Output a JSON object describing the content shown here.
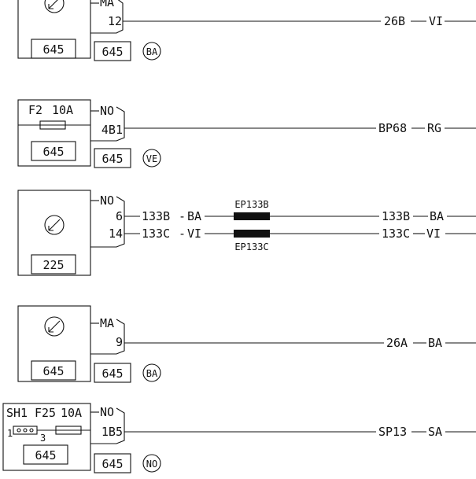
{
  "diagram": {
    "rows": [
      {
        "name": "row-1",
        "color_code": "MA",
        "pin": "12",
        "box_number": "645",
        "connector_number": "645",
        "connector_color": "BA",
        "wire_label": "26B",
        "wire_color": "VI"
      },
      {
        "name": "row-2",
        "fuse_label": "F2",
        "fuse_rating": "10A",
        "color_code": "NO",
        "pin": "4B1",
        "box_number": "645",
        "connector_number": "645",
        "connector_color": "VE",
        "wire_label": "BP68",
        "wire_color": "RG"
      },
      {
        "name": "row-3",
        "color_code": "NO",
        "pins": [
          "6",
          "14"
        ],
        "box_number": "225",
        "splices": [
          "EP133B",
          "EP133C"
        ],
        "left_wires": [
          {
            "label": "133B",
            "color": "BA"
          },
          {
            "label": "133C",
            "color": "VI"
          }
        ],
        "right_wires": [
          {
            "label": "133B",
            "color": "BA"
          },
          {
            "label": "133C",
            "color": "VI"
          }
        ]
      },
      {
        "name": "row-4",
        "color_code": "MA",
        "pin": "9",
        "box_number": "645",
        "connector_number": "645",
        "connector_color": "BA",
        "wire_label": "26A",
        "wire_color": "BA"
      },
      {
        "name": "row-5",
        "shunt_label": "SH1",
        "fuse_label": "F25",
        "fuse_rating": "10A",
        "shunt_pin_left": "1",
        "shunt_pin_right": "3",
        "color_code": "NO",
        "pin": "1B5",
        "box_number": "645",
        "connector_number": "645",
        "connector_color": "NO",
        "wire_label": "SP13",
        "wire_color": "SA"
      }
    ]
  }
}
